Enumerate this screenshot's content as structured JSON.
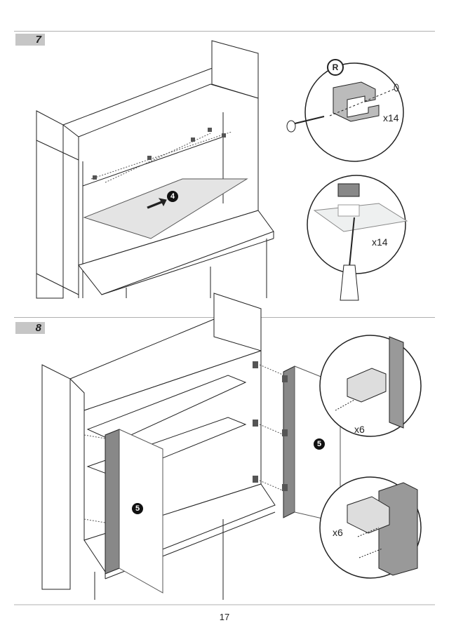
{
  "steps": [
    {
      "number": "7",
      "badge_part": "4",
      "detail_reference": "R",
      "detail_1_quantity": "x14",
      "detail_2_quantity": "x14"
    },
    {
      "number": "8",
      "badge_part_left": "5",
      "badge_part_right": "5",
      "detail_1_quantity": "x6",
      "detail_2_quantity": "x6"
    }
  ],
  "page_number": "17"
}
